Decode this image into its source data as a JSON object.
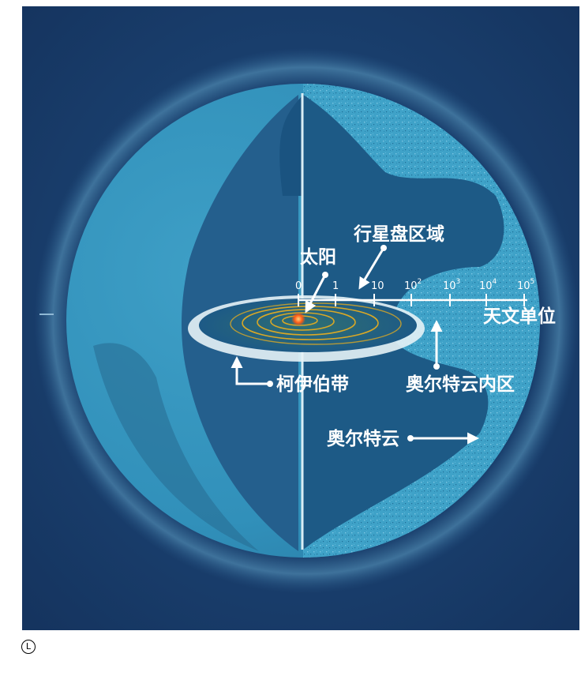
{
  "labels": {
    "planetary_region": "行星盘区域",
    "sun": "太阳",
    "au": "天文单位",
    "kuiper_belt": "柯伊伯带",
    "inner_oort": "奥尔特云内区",
    "oort_cloud": "奥尔特云"
  },
  "scale_ticks": [
    {
      "base": "0",
      "exp": ""
    },
    {
      "base": "1",
      "exp": ""
    },
    {
      "base": "10",
      "exp": ""
    },
    {
      "base": "10",
      "exp": "2"
    },
    {
      "base": "10",
      "exp": "3"
    },
    {
      "base": "10",
      "exp": "4"
    },
    {
      "base": "10",
      "exp": "5"
    }
  ],
  "corner_mark": "L",
  "colors": {
    "background": "#173a6b",
    "sphere_shell": "#3a9cc3",
    "sphere_interior": "#1d5a86",
    "disk_rings": "#d9a826",
    "sun": "#ff5a14",
    "kuiper_ring": "#e6f2f6"
  }
}
